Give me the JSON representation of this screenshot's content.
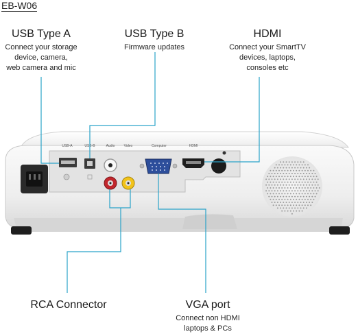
{
  "model": "EB-W06",
  "callouts": {
    "usb_a": {
      "title": "USB Type A",
      "desc": [
        "Connect your storage",
        "device, camera,",
        "web camera and mic"
      ]
    },
    "usb_b": {
      "title": "USB Type B",
      "desc": [
        "Firmware updates"
      ]
    },
    "hdmi": {
      "title": "HDMI",
      "desc": [
        "Connect your SmartTV",
        "devices, laptops,",
        "consoles etc"
      ]
    },
    "rca": {
      "title": "RCA Connector",
      "desc": []
    },
    "vga": {
      "title": "VGA port",
      "desc": [
        "Connect non HDMI",
        "laptops & PCs"
      ]
    }
  },
  "port_labels": {
    "usb_a": "USB-A",
    "usb_b": "USB-B",
    "audio": "Audio",
    "video": "Video",
    "computer": "Computer",
    "hdmi": "HDMI"
  },
  "colors": {
    "leader_line": "#2aa3c9",
    "body": "#f2f2f2",
    "panel": "#e2e2e2"
  }
}
